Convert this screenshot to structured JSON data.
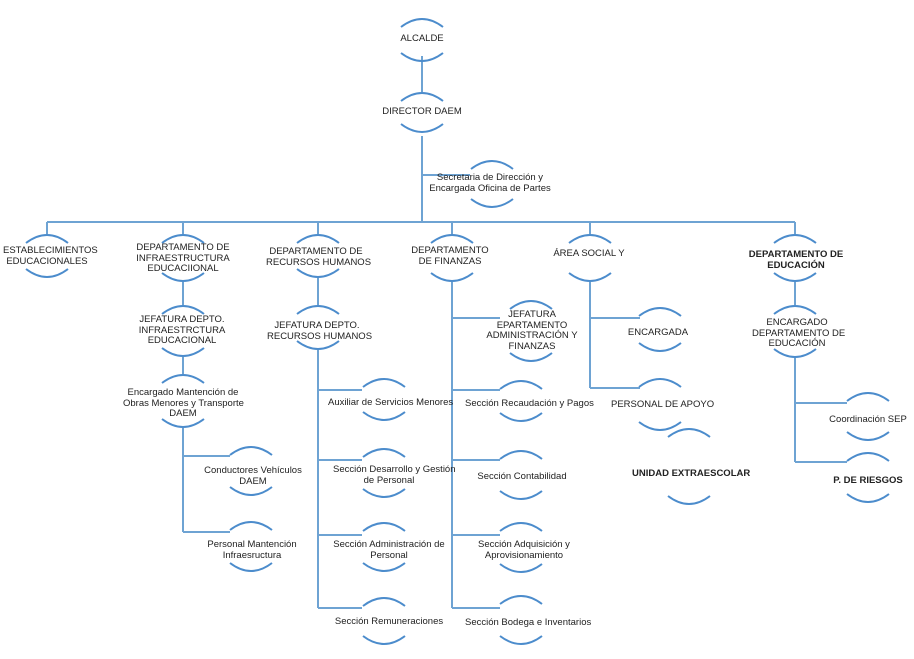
{
  "colors": {
    "connector": "#6ea3d3",
    "arc": "#4c8ccc",
    "text": "#222222"
  },
  "nodes": {
    "alcalde": "ALCALDE",
    "director_daem": "DIRECTOR DAEM",
    "secretaria": "Secretaria de Dirección y\nEncargada Oficina de Partes",
    "establecimientos": "ESTABLECIMIENTOS\nEDUCACIONALES",
    "depto_infraestructura": "DEPARTAMENTO DE\nINFRAESTRUCTURA\nEDUCACIIONAL",
    "depto_rrhh": "DEPARTAMENTO DE\nRECURSOS HUMANOS",
    "depto_finanzas": "DEPARTAMENTO\nDE FINANZAS",
    "area_social": "ÁREA SOCIAL Y",
    "depto_educacion": "DEPARTAMENTO DE\nEDUCACIÓN",
    "jefatura_infra": "JEFATURA DEPTO.\nINFRAESTRCTURA\nEDUCACIONAL",
    "encargado_mantencion": "Encargado Mantención de\nObras Menores y Transporte\nDAEM",
    "conductores": "Conductores Vehículos\nDAEM",
    "personal_mantencion": "Personal Mantención\nInfraesructura",
    "jefatura_rrhh": "JEFATURA DEPTO.\nRECURSOS HUMANOS",
    "auxiliar_servicios": "Auxiliar de Servicios Menores",
    "seccion_desarrollo": "Sección Desarrollo y Gestión\nde Personal",
    "seccion_administracion": "Sección Administración de\nPersonal",
    "seccion_remuneraciones": "Sección Remuneraciones",
    "jefatura_finanzas": "JEFATURA\nEPARTAMENTO\nADMINISTRACIÓN Y\nFINANZAS",
    "seccion_recaudacion": "Sección Recaudación y Pagos",
    "seccion_contabilidad": "Sección Contabilidad",
    "seccion_adquisicion": "Sección Adquisición y\nAprovisionamiento",
    "seccion_bodega": "Sección Bodega e Inventarios",
    "encargada": "ENCARGADA",
    "personal_apoyo": "PERSONAL DE APOYO",
    "unidad_extraescolar": "UNIDAD EXTRAESCOLAR",
    "encargado_educacion": "ENCARGADO\nDEPARTAMENTO DE\nEDUCACIÓN",
    "coordinacion_sep": "Coordinación SEP",
    "p_riesgos": "P. DE RIESGOS"
  }
}
